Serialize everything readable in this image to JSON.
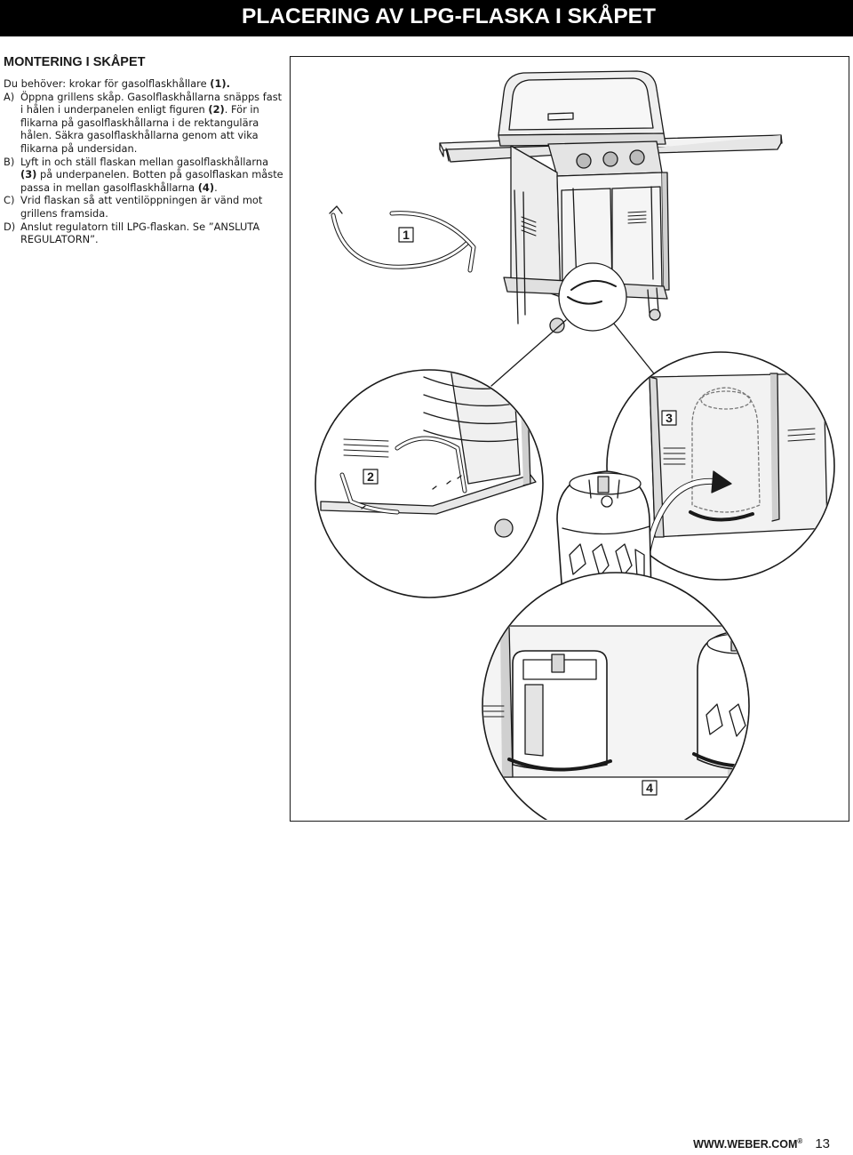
{
  "header": {
    "title": "PLACERING AV LPG-FLASKA I SKÅPET"
  },
  "section": {
    "title": "MONTERING I SKÅPET",
    "intro": "Du behöver: krokar för gasolflaskhållare",
    "intro_ref": "(1).",
    "steps": [
      {
        "letter": "A)",
        "text_1": "Öppna grillens skåp. Gasolflaskhållarna snäpps fast i hålen i underpanelen enligt figuren ",
        "ref_1": "(2)",
        "text_2": ". För in flikarna på gasolflaskhållarna i de rektangulära hålen. Säkra gasolflaskhållarna genom att vika flikarna på undersidan."
      },
      {
        "letter": "B)",
        "text_1": "Lyft in och ställ flaskan mellan gasolflaskhållarna ",
        "ref_1": "(3)",
        "text_2": " på underpanelen. Botten på gasolflaskan måste passa in mellan gasolflaskhållarna ",
        "ref_2": "(4)",
        "text_3": "."
      },
      {
        "letter": "C)",
        "text_1": "Vrid flaskan så att ventilöppningen är vänd mot grillens framsida."
      },
      {
        "letter": "D)",
        "text_1": "Anslut regulatorn till LPG-flaskan. Se ”ANSLUTA REGULATORN”."
      }
    ]
  },
  "figure": {
    "callouts": [
      "1",
      "2",
      "3",
      "4"
    ]
  },
  "footer": {
    "website": "WWW.WEBER.COM",
    "registered": "®",
    "page_number": "13"
  }
}
